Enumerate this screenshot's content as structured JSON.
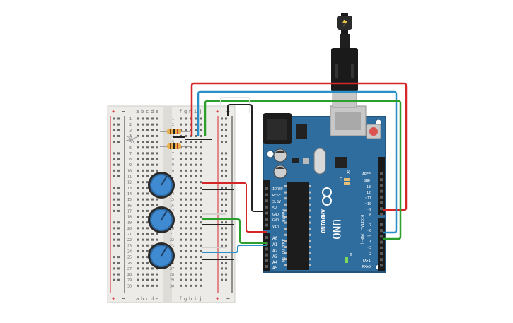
{
  "breadboard": {
    "rows": 30,
    "row_numbers": [
      "1",
      "2",
      "3",
      "4",
      "5",
      "6",
      "7",
      "8",
      "9",
      "10",
      "11",
      "12",
      "13",
      "14",
      "15",
      "16",
      "17",
      "18",
      "19",
      "20",
      "21",
      "22",
      "23",
      "24",
      "25",
      "26",
      "27",
      "28",
      "29",
      "30"
    ],
    "left_cols": [
      "a",
      "b",
      "c",
      "d",
      "e"
    ],
    "right_cols": [
      "f",
      "g",
      "h",
      "i",
      "j"
    ],
    "rail_plus": "+",
    "rail_minus": "−"
  },
  "arduino": {
    "brand": "ARDUINO",
    "model": "UNO",
    "on_label": "ON",
    "tx_label": "TX",
    "rx_label": "RX",
    "l_label": "L",
    "power_header_title": "POWER",
    "analog_header_title": "ANALOG IN",
    "digital_header_title": "DIGITAL (PWM~)",
    "power_pins": [
      "IOREF",
      "RESET",
      "3.3V",
      "5V",
      "GND",
      "GND",
      "Vin"
    ],
    "analog_pins": [
      "A0",
      "A1",
      "A2",
      "A3",
      "A4",
      "A5"
    ],
    "digital_top_pins": [
      "AREF",
      "GND",
      "13",
      "12",
      "~11",
      "~10",
      "~9",
      "8"
    ],
    "digital_bottom_pins": [
      "7",
      "~6",
      "~5",
      "4",
      "~3",
      "2",
      "TX▸1",
      "RX◂0"
    ]
  },
  "colors": {
    "board": "#2f6d9e",
    "board_dark": "#23557d",
    "wire_red": "#d62728",
    "wire_blue": "#2a8fc7",
    "wire_green": "#2ca02c",
    "wire_black": "#222222",
    "knob": "#3f8ad1",
    "resistor": "#e8b04a"
  },
  "icons": {
    "usb": "usb-plug-icon",
    "power": "lightning-icon",
    "logo": "infinity-logo-icon"
  }
}
